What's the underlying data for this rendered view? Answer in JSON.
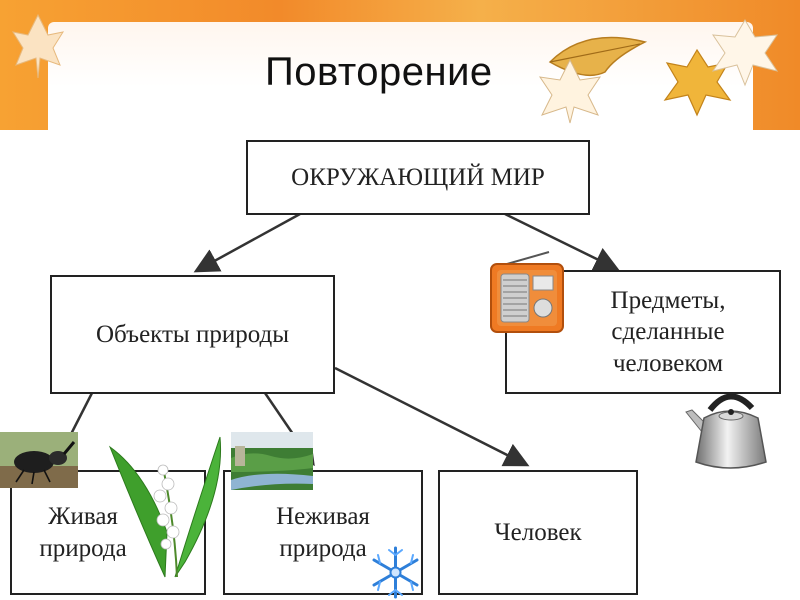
{
  "title": "Повторение",
  "nodes": {
    "root": "ОКРУЖАЮЩИЙ МИР",
    "nature_objects": "Объекты природы",
    "man_made_line1": "Предметы,",
    "man_made_line2": "сделанные человеком",
    "living_line1": "Живая",
    "living_line2": "природа",
    "nonliving_line1": "Неживая",
    "nonliving_line2": "природа",
    "human": "Человек"
  },
  "colors": {
    "banner_orange": "#f28a2a",
    "box_border": "#222222",
    "arrow": "#333333"
  },
  "icons": [
    "autumn-leaf-icon",
    "radio-icon",
    "kettle-icon",
    "beetle-icon",
    "lily-of-the-valley-icon",
    "landscape-icon",
    "snowflake-icon"
  ]
}
